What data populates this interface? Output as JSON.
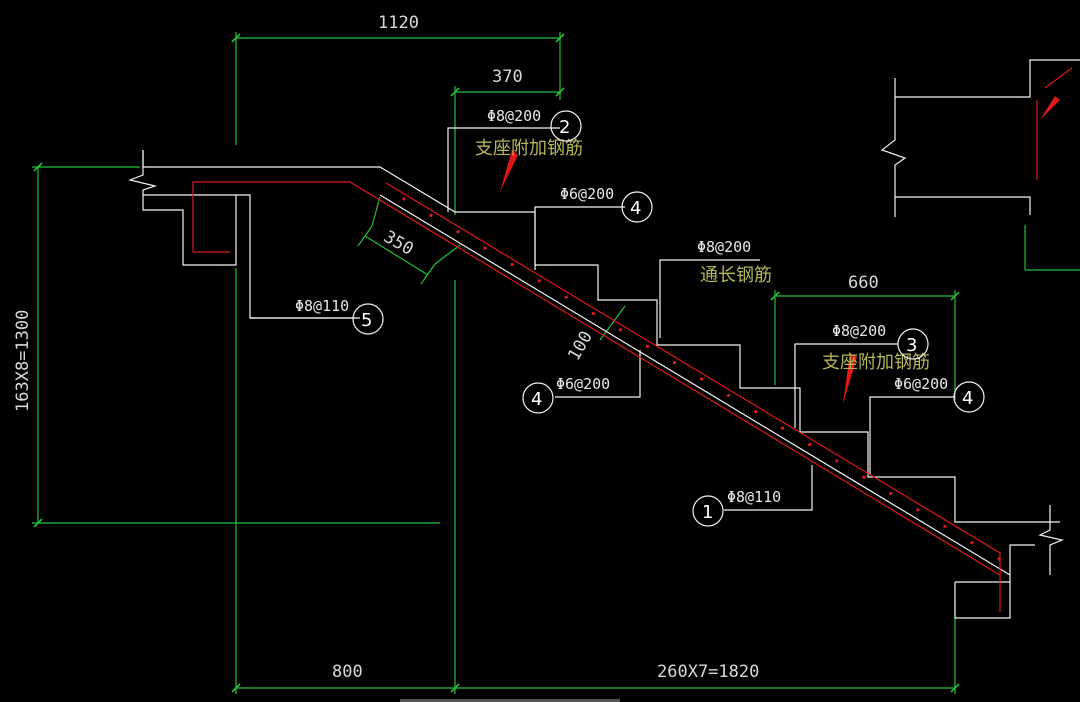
{
  "colors": {
    "background": "#000000",
    "dimension": "#23c03a",
    "outline": "#f2f2f2",
    "rebar": "#e01818",
    "chinese_note": "#b5b55a"
  },
  "dimensions": {
    "top_overall": "1120",
    "top_support": "370",
    "diagonal": "350",
    "right_support": "660",
    "thickness": "100",
    "left_height": "163X8=1300",
    "bottom_left": "800",
    "bottom_right": "260X7=1820"
  },
  "callouts": [
    {
      "id": "2",
      "spec": "Φ8@200",
      "note": "支座附加钢筋"
    },
    {
      "id": "4",
      "spec": "Φ6@200"
    },
    {
      "spec": "Φ8@200",
      "note": "通长钢筋"
    },
    {
      "id": "5",
      "spec": "Φ8@110"
    },
    {
      "id": "4",
      "spec": "Φ6@200"
    },
    {
      "id": "3",
      "spec": "Φ8@200",
      "note": "支座附加钢筋"
    },
    {
      "id": "4",
      "spec": "Φ6@200"
    },
    {
      "id": "1",
      "spec": "Φ8@110"
    }
  ]
}
